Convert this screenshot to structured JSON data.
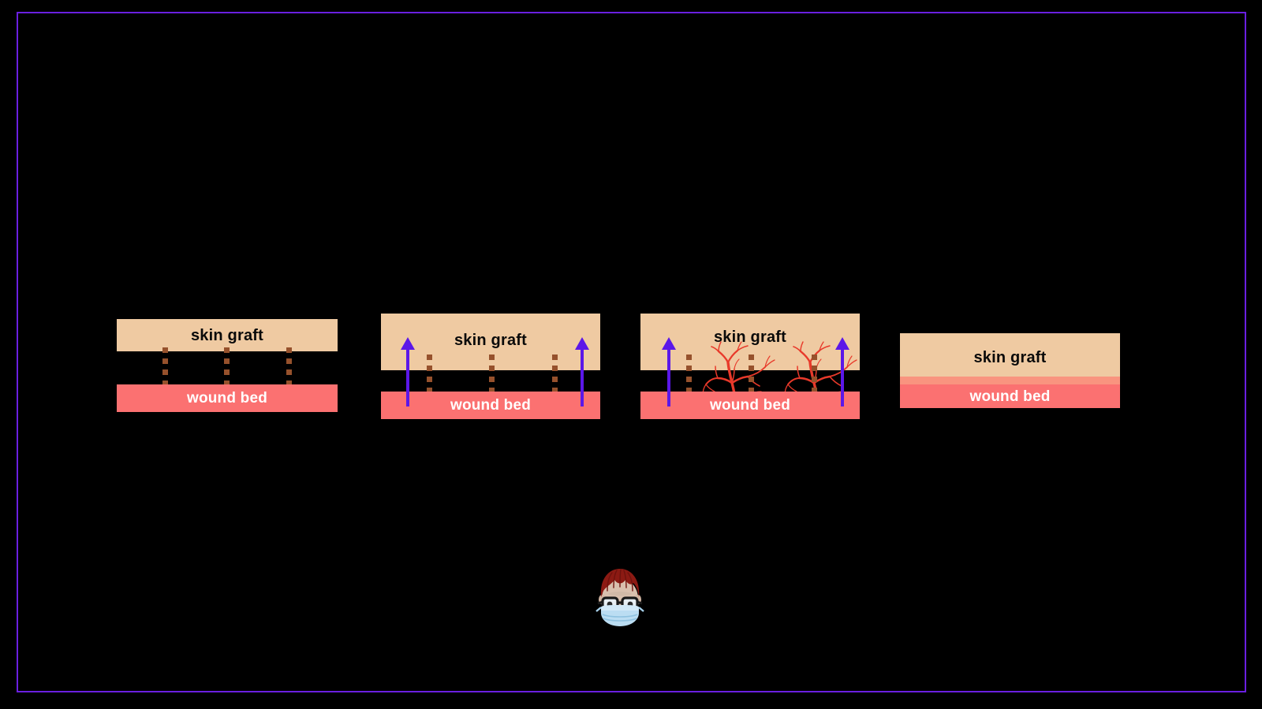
{
  "figure": {
    "background_color": "#000000",
    "frame_color": "#6A1FE0",
    "graft_color": "#EFCAA2",
    "wound_color": "#FB7171",
    "transition_color": "#F9947F",
    "dotted_line_color": "#96512C",
    "arrow_color": "#5B17E8",
    "vessel_color": "#E8392A",
    "graft_label_color": "#0A0A0A",
    "wound_label_color": "#FFFFFF"
  },
  "panels": [
    {
      "id": "panel-1",
      "graft_label": "skin graft",
      "wound_label": "wound bed",
      "dotted_connectors": 3,
      "arrows": 0,
      "vessels": 0,
      "fused": false
    },
    {
      "id": "panel-2",
      "graft_label": "skin graft",
      "wound_label": "wound bed",
      "dotted_connectors": 3,
      "arrows": 2,
      "vessels": 0,
      "fused": false
    },
    {
      "id": "panel-3",
      "graft_label": "skin graft",
      "wound_label": "wound bed",
      "dotted_connectors": 3,
      "arrows": 2,
      "vessels": 2,
      "fused": false
    },
    {
      "id": "panel-4",
      "graft_label": "skin graft",
      "wound_label": "wound bed",
      "dotted_connectors": 0,
      "arrows": 0,
      "vessels": 0,
      "fused": true
    }
  ],
  "avatar": {
    "name": "health-worker-with-mask",
    "hair_color": "#8C1A13",
    "skin_color": "#D9C0AE",
    "mask_color": "#BBDDF2",
    "glasses_color": "#1A1A1A"
  }
}
